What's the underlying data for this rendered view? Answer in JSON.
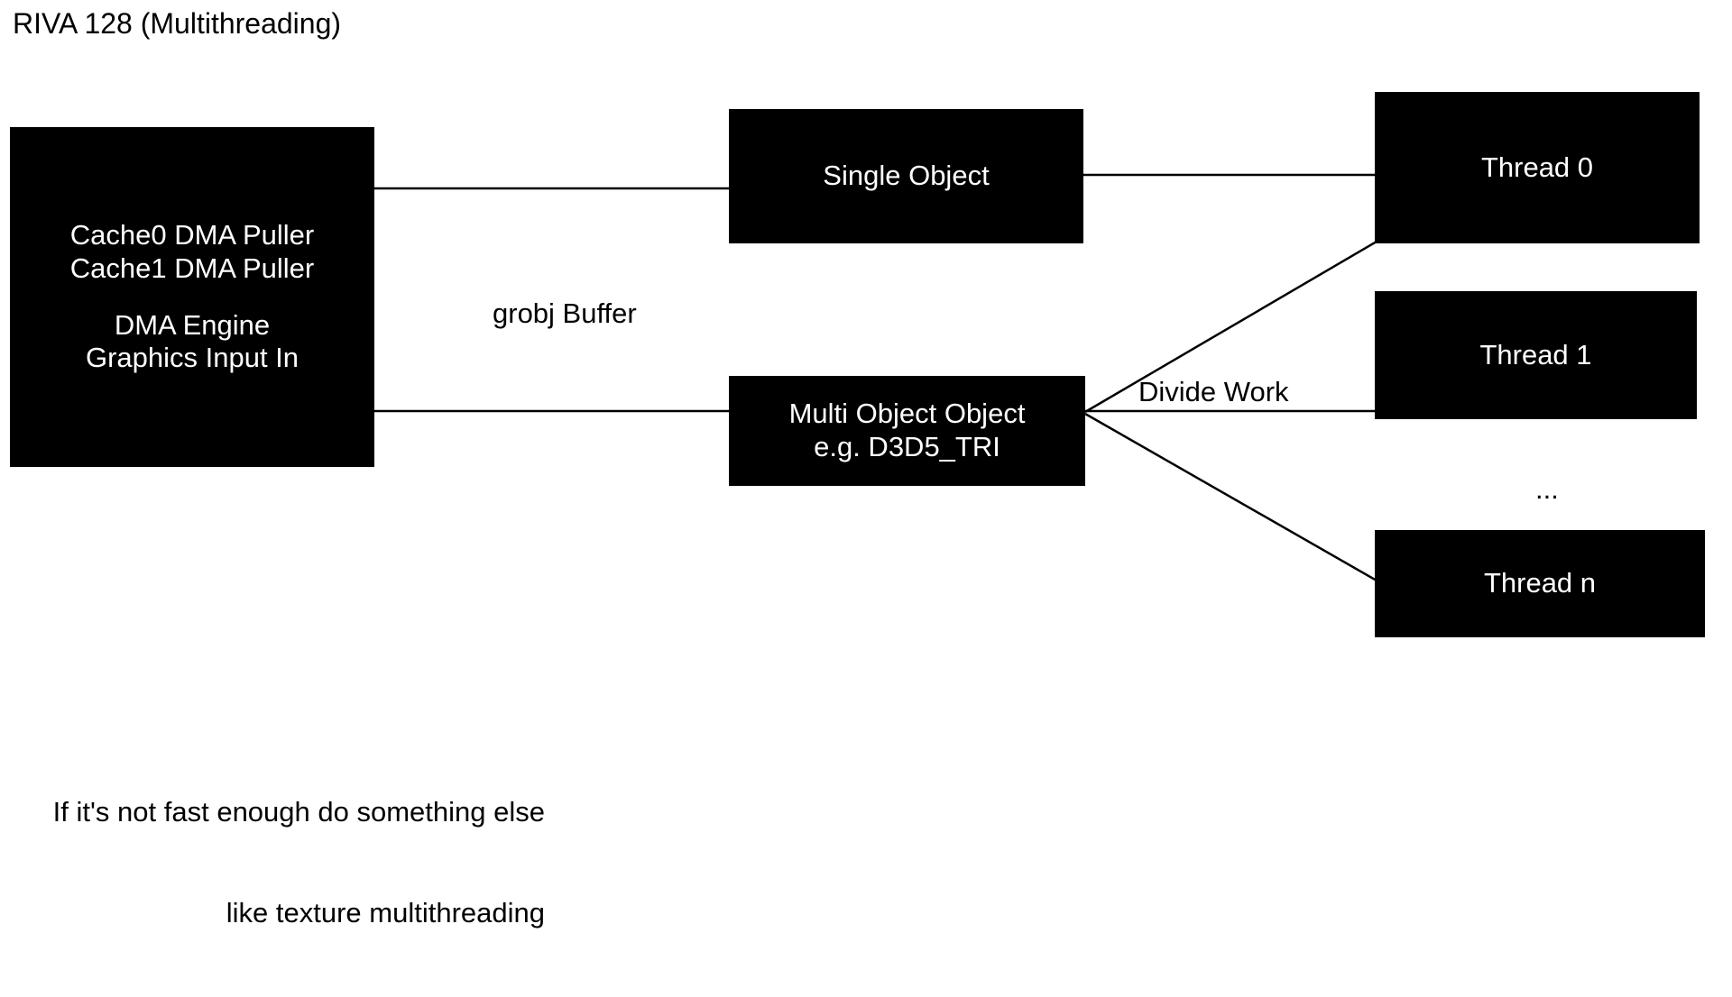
{
  "diagram": {
    "title": "RIVA 128 (Multithreading)",
    "background_color": "#ffffff",
    "node_fill_color": "#000000",
    "node_text_color": "#ffffff",
    "edge_color": "#000000",
    "text_color": "#000000"
  },
  "nodes": {
    "dma": {
      "name": "dma-block",
      "lines": [
        "Cache0 DMA Puller",
        "Cache1 DMA Puller",
        "",
        "DMA Engine",
        "Graphics Input In"
      ]
    },
    "single_object": {
      "name": "single-object-block",
      "lines": [
        "Single Object"
      ]
    },
    "multi_object": {
      "name": "multi-object-block",
      "lines": [
        "Multi Object Object",
        "e.g. D3D5_TRI"
      ]
    },
    "thread0": {
      "name": "thread-0-block",
      "lines": [
        "Thread 0"
      ]
    },
    "thread1": {
      "name": "thread-1-block",
      "lines": [
        "Thread 1"
      ]
    },
    "threadn": {
      "name": "thread-n-block",
      "lines": [
        "Thread n"
      ]
    }
  },
  "labels": {
    "grobj_buffer": "grobj Buffer",
    "divide_work": "Divide Work",
    "ellipsis": "..."
  },
  "footnote": {
    "line1": "If it's not fast enough do something else",
    "line2": "like texture multithreading"
  },
  "edges": [
    {
      "name": "dma-to-single-object",
      "from": "dma",
      "to": "single_object",
      "label": "grobj Buffer"
    },
    {
      "name": "dma-to-multi-object",
      "from": "dma",
      "to": "multi_object",
      "label": "grobj Buffer"
    },
    {
      "name": "single-object-to-thread-0",
      "from": "single_object",
      "to": "thread0",
      "label": ""
    },
    {
      "name": "multi-object-to-thread-0",
      "from": "multi_object",
      "to": "thread0",
      "label": "Divide Work"
    },
    {
      "name": "multi-object-to-thread-1",
      "from": "multi_object",
      "to": "thread1",
      "label": "Divide Work"
    },
    {
      "name": "multi-object-to-thread-n",
      "from": "multi_object",
      "to": "threadn",
      "label": "Divide Work"
    }
  ]
}
